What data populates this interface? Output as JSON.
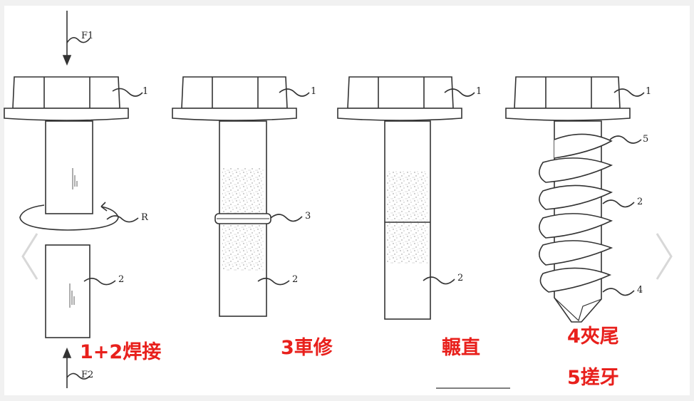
{
  "labels": {
    "f1": "F1",
    "f2": "F2",
    "r": "R",
    "part1": "1",
    "part2": "2",
    "part3": "3",
    "part4": "4",
    "part5": "5"
  },
  "captions": {
    "step1": "1+2焊接",
    "step2": "3車修",
    "step3": "輾直",
    "step4": "4夾尾",
    "step5": "5搓牙"
  },
  "colors": {
    "caption": "#e8201c",
    "line": "#333333"
  },
  "icons": {
    "prev": "chevron-left-icon",
    "next": "chevron-right-icon"
  }
}
